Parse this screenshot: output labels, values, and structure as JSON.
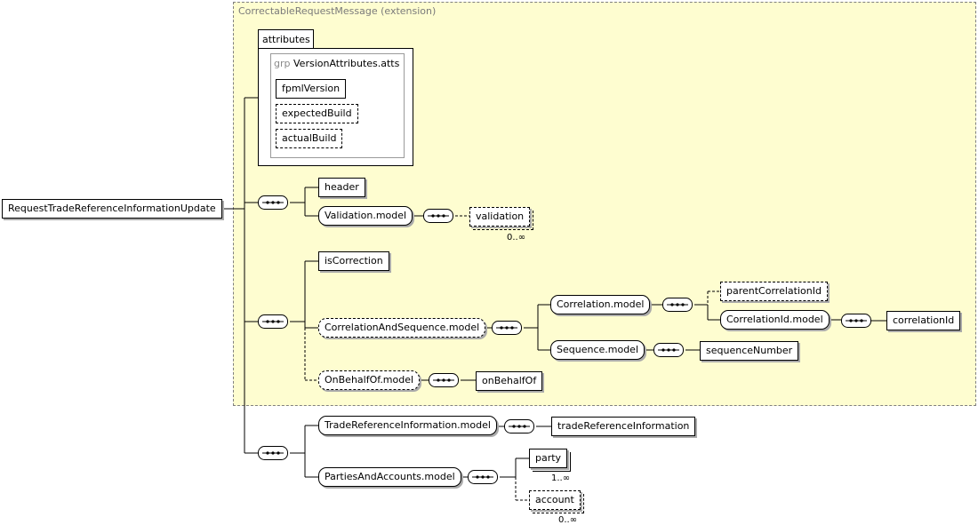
{
  "diagram": {
    "root": "RequestTradeReferenceInformationUpdate",
    "extension_label": "CorrectableRequestMessage (extension)",
    "attributes_tab": "attributes",
    "attribute_group": {
      "keyword": "grp",
      "name": "VersionAttributes.atts",
      "items": [
        "fpmlVersion",
        "expectedBuild",
        "actualBuild"
      ]
    },
    "header_seq": {
      "header": "header",
      "validation_model": "Validation.model",
      "validation": "validation",
      "validation_card": "0..∞"
    },
    "correction_seq": {
      "is_correction": "isCorrection",
      "correlation_and_sequence_model": "CorrelationAndSequence.model",
      "correlation_model": "Correlation.model",
      "parent_correlation_id": "parentCorrelationId",
      "correlation_id_model": "CorrelationId.model",
      "correlation_id": "correlationId",
      "sequence_model": "Sequence.model",
      "sequence_number": "sequenceNumber",
      "on_behalf_of_model": "OnBehalfOf.model",
      "on_behalf_of": "onBehalfOf"
    },
    "trade_seq": {
      "trade_reference_information_model": "TradeReferenceInformation.model",
      "trade_reference_information": "tradeReferenceInformation",
      "parties_and_accounts_model": "PartiesAndAccounts.model",
      "party": "party",
      "party_card": "1..∞",
      "account": "account",
      "account_card": "0..∞"
    }
  }
}
